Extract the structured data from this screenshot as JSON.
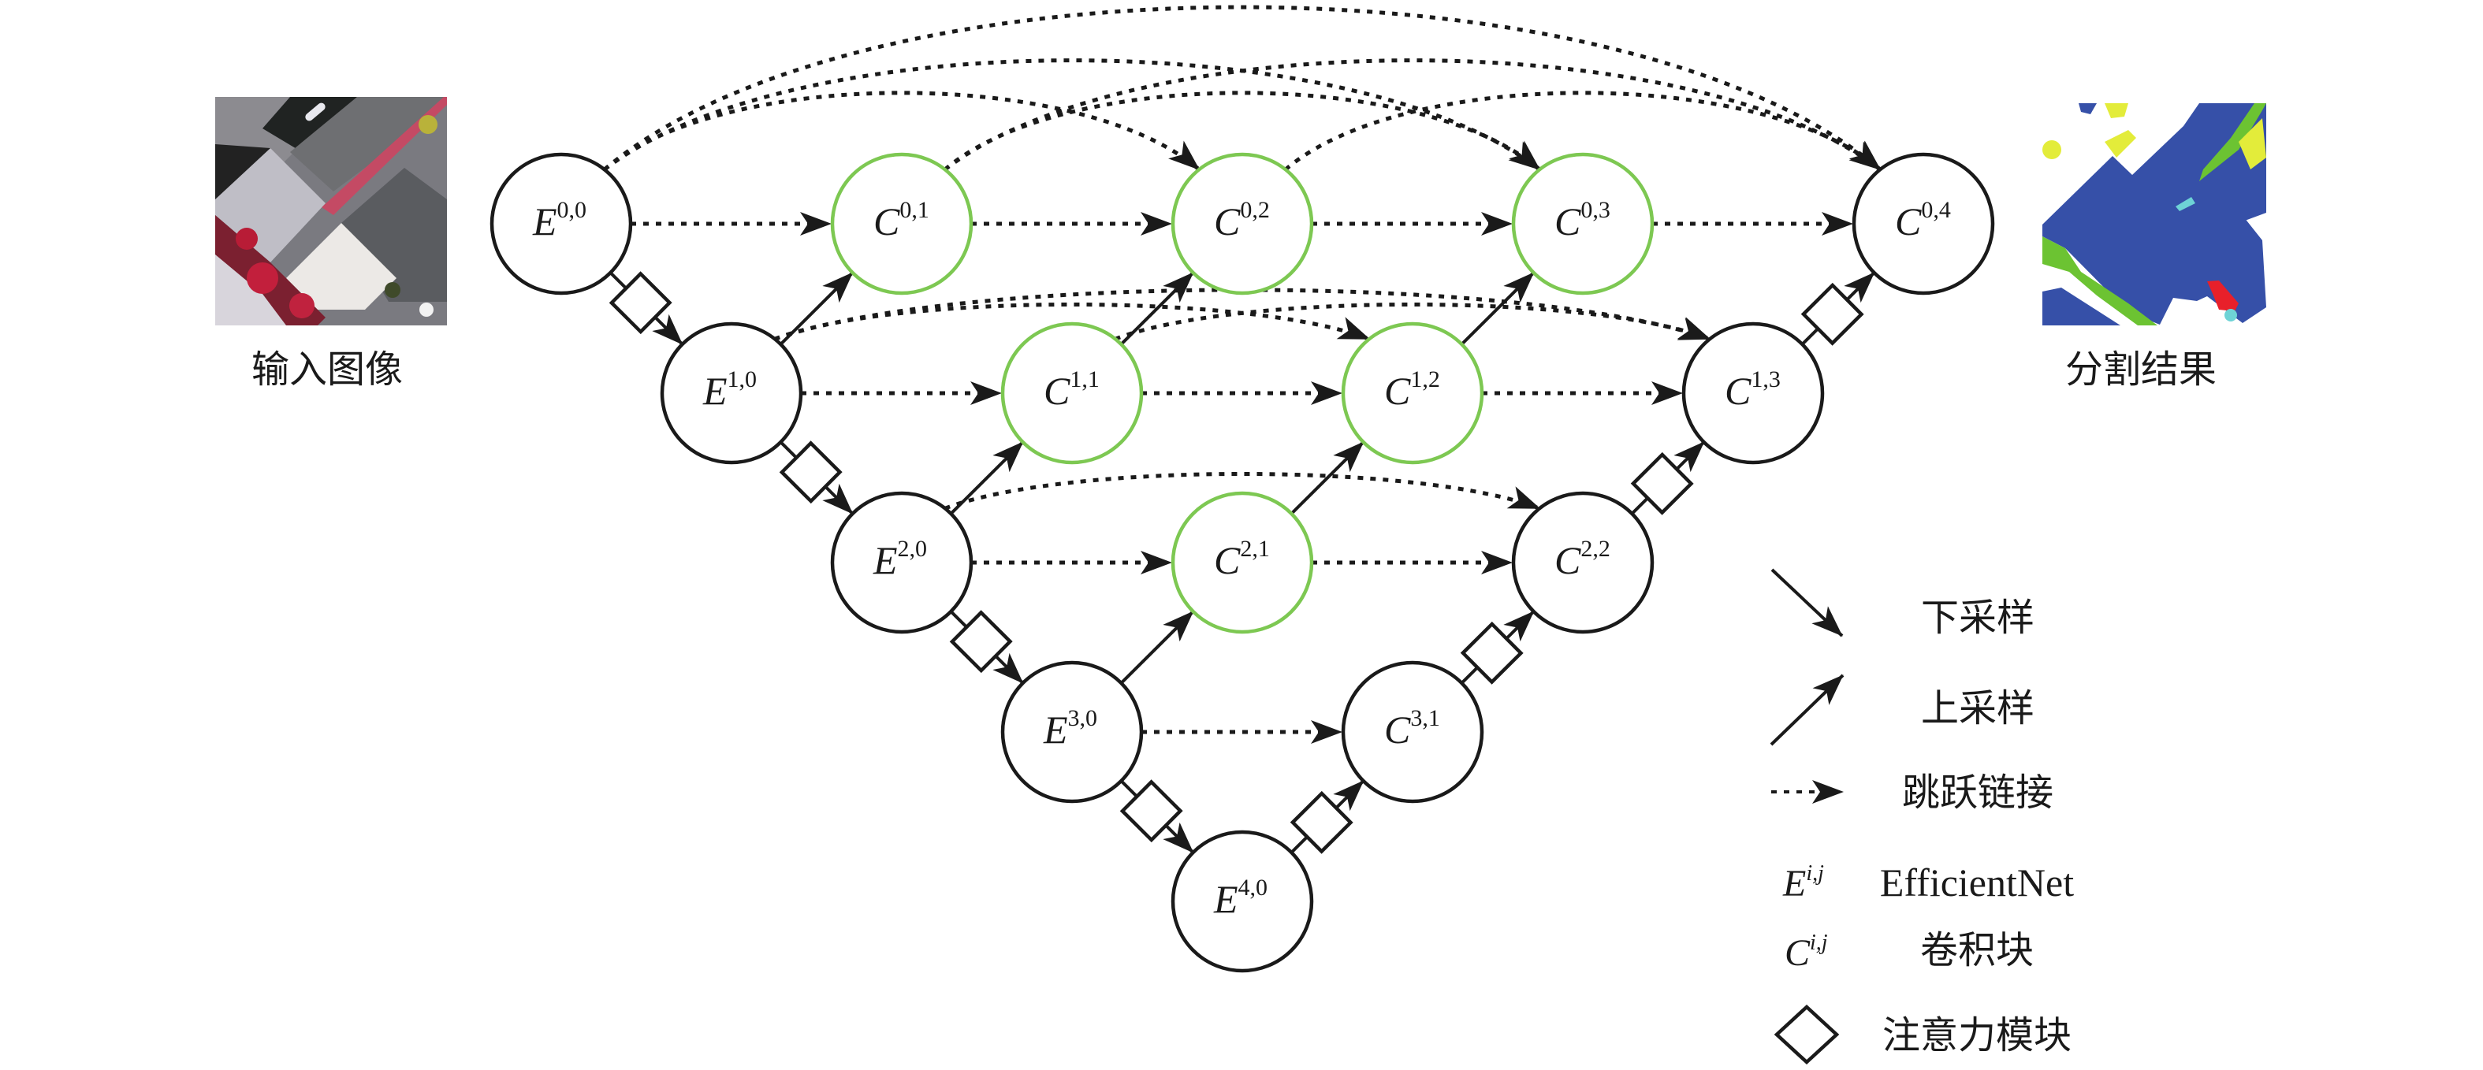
{
  "figure": {
    "input_label": "输入图像",
    "output_label": "分割结果",
    "colors": {
      "line": "#1a1a1a",
      "conv_block_highlight": "#7DC852",
      "node_default_stroke": "#1a1a1a",
      "seg_building": "#3650A8",
      "seg_vegetation": "#6CC332",
      "seg_lowveg": "#E3EC3A",
      "seg_water_or_car": "#6ED3D6",
      "seg_clutter": "#E8202A"
    }
  },
  "nodes": [
    {
      "id": "E00",
      "letter": "E",
      "sup": "0,0",
      "row": 0,
      "col": 0,
      "highlight": false
    },
    {
      "id": "E10",
      "letter": "E",
      "sup": "1,0",
      "row": 1,
      "col": 0,
      "highlight": false
    },
    {
      "id": "E20",
      "letter": "E",
      "sup": "2,0",
      "row": 2,
      "col": 0,
      "highlight": false
    },
    {
      "id": "E30",
      "letter": "E",
      "sup": "3,0",
      "row": 3,
      "col": 0,
      "highlight": false
    },
    {
      "id": "E40",
      "letter": "E",
      "sup": "4,0",
      "row": 4,
      "col": 0,
      "highlight": false
    },
    {
      "id": "C01",
      "letter": "C",
      "sup": "0,1",
      "row": 0,
      "col": 1,
      "highlight": true
    },
    {
      "id": "C02",
      "letter": "C",
      "sup": "0,2",
      "row": 0,
      "col": 2,
      "highlight": true
    },
    {
      "id": "C03",
      "letter": "C",
      "sup": "0,3",
      "row": 0,
      "col": 3,
      "highlight": true
    },
    {
      "id": "C04",
      "letter": "C",
      "sup": "0,4",
      "row": 0,
      "col": 4,
      "highlight": false
    },
    {
      "id": "C11",
      "letter": "C",
      "sup": "1,1",
      "row": 1,
      "col": 1,
      "highlight": true
    },
    {
      "id": "C12",
      "letter": "C",
      "sup": "1,2",
      "row": 1,
      "col": 2,
      "highlight": true
    },
    {
      "id": "C13",
      "letter": "C",
      "sup": "1,3",
      "row": 1,
      "col": 3,
      "highlight": false
    },
    {
      "id": "C21",
      "letter": "C",
      "sup": "2,1",
      "row": 2,
      "col": 1,
      "highlight": true
    },
    {
      "id": "C22",
      "letter": "C",
      "sup": "2,2",
      "row": 2,
      "col": 2,
      "highlight": false
    },
    {
      "id": "C31",
      "letter": "C",
      "sup": "3,1",
      "row": 3,
      "col": 1,
      "highlight": false
    }
  ],
  "downsample_edges": [
    {
      "from": "E00",
      "to": "E10",
      "attention": true
    },
    {
      "from": "E10",
      "to": "E20",
      "attention": true
    },
    {
      "from": "E20",
      "to": "E30",
      "attention": true
    },
    {
      "from": "E30",
      "to": "E40",
      "attention": true
    }
  ],
  "upsample_edges": [
    {
      "from": "E10",
      "to": "C01",
      "attention": false
    },
    {
      "from": "E20",
      "to": "C11",
      "attention": false
    },
    {
      "from": "C11",
      "to": "C02",
      "attention": false
    },
    {
      "from": "E30",
      "to": "C21",
      "attention": false
    },
    {
      "from": "C21",
      "to": "C12",
      "attention": false
    },
    {
      "from": "C12",
      "to": "C03",
      "attention": false
    },
    {
      "from": "E40",
      "to": "C31",
      "attention": true
    },
    {
      "from": "C31",
      "to": "C22",
      "attention": true
    },
    {
      "from": "C22",
      "to": "C13",
      "attention": true
    },
    {
      "from": "C13",
      "to": "C04",
      "attention": true
    }
  ],
  "skip_edges": [
    {
      "from": "E00",
      "to": "C01",
      "arc": 0
    },
    {
      "from": "C01",
      "to": "C02",
      "arc": 0
    },
    {
      "from": "C02",
      "to": "C03",
      "arc": 0
    },
    {
      "from": "C03",
      "to": "C04",
      "arc": 0
    },
    {
      "from": "E00",
      "to": "C02",
      "arc": 1
    },
    {
      "from": "E00",
      "to": "C03",
      "arc": 2
    },
    {
      "from": "E00",
      "to": "C04",
      "arc": 3
    },
    {
      "from": "C01",
      "to": "C03",
      "arc": 1
    },
    {
      "from": "C01",
      "to": "C04",
      "arc": 2
    },
    {
      "from": "C02",
      "to": "C04",
      "arc": 1
    },
    {
      "from": "E10",
      "to": "C11",
      "arc": 0
    },
    {
      "from": "C11",
      "to": "C12",
      "arc": 0
    },
    {
      "from": "C12",
      "to": "C13",
      "arc": 0
    },
    {
      "from": "E10",
      "to": "C12",
      "arc": 1
    },
    {
      "from": "E10",
      "to": "C13",
      "arc": 2
    },
    {
      "from": "C11",
      "to": "C13",
      "arc": 1
    },
    {
      "from": "E20",
      "to": "C21",
      "arc": 0
    },
    {
      "from": "C21",
      "to": "C22",
      "arc": 0
    },
    {
      "from": "E20",
      "to": "C22",
      "arc": 1
    },
    {
      "from": "E30",
      "to": "C31",
      "arc": 0
    }
  ],
  "legend": {
    "downsample": "下采样",
    "upsample": "上采样",
    "skip": "跳跃链接",
    "encoder_symbol": {
      "letter": "E",
      "sup": "i,j"
    },
    "encoder_label": "EfficientNet",
    "conv_symbol": {
      "letter": "C",
      "sup": "i,j"
    },
    "conv_label": "卷积块",
    "attention_label": "注意力模块"
  }
}
